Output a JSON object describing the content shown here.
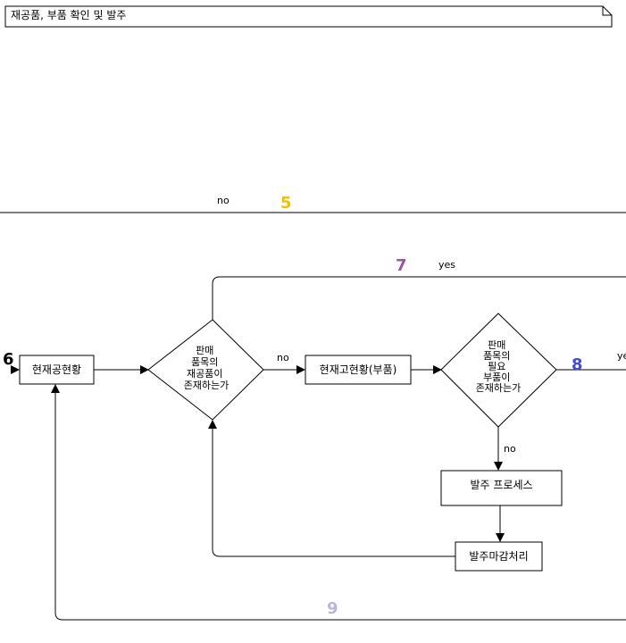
{
  "note": {
    "title": "재공품, 부품 확인 및 발주"
  },
  "edge_labels": {
    "no_top": "no",
    "yes_top": "yes",
    "no_mid": "no",
    "yes_right": "yes",
    "no_down": "no"
  },
  "markers": {
    "m5": {
      "text": "5",
      "color": "#f2c200"
    },
    "m6": {
      "text": "6",
      "color": "#000000"
    },
    "m7": {
      "text": "7",
      "color": "#9b55a8"
    },
    "m8": {
      "text": "8",
      "color": "#3f4ec9"
    },
    "m9": {
      "text": "9",
      "color": "#b9b5db"
    }
  },
  "nodes": {
    "current_wip": "현재공현황",
    "decision1": [
      "판매",
      "품목의",
      "재공품이",
      "존재하는가"
    ],
    "current_stock": "현재고현황(부품)",
    "decision2": [
      "판매",
      "품목의",
      "필요",
      "부품이",
      "존재하는가"
    ],
    "order_process": "발주 프로세스",
    "order_close": "발주마감처리"
  }
}
